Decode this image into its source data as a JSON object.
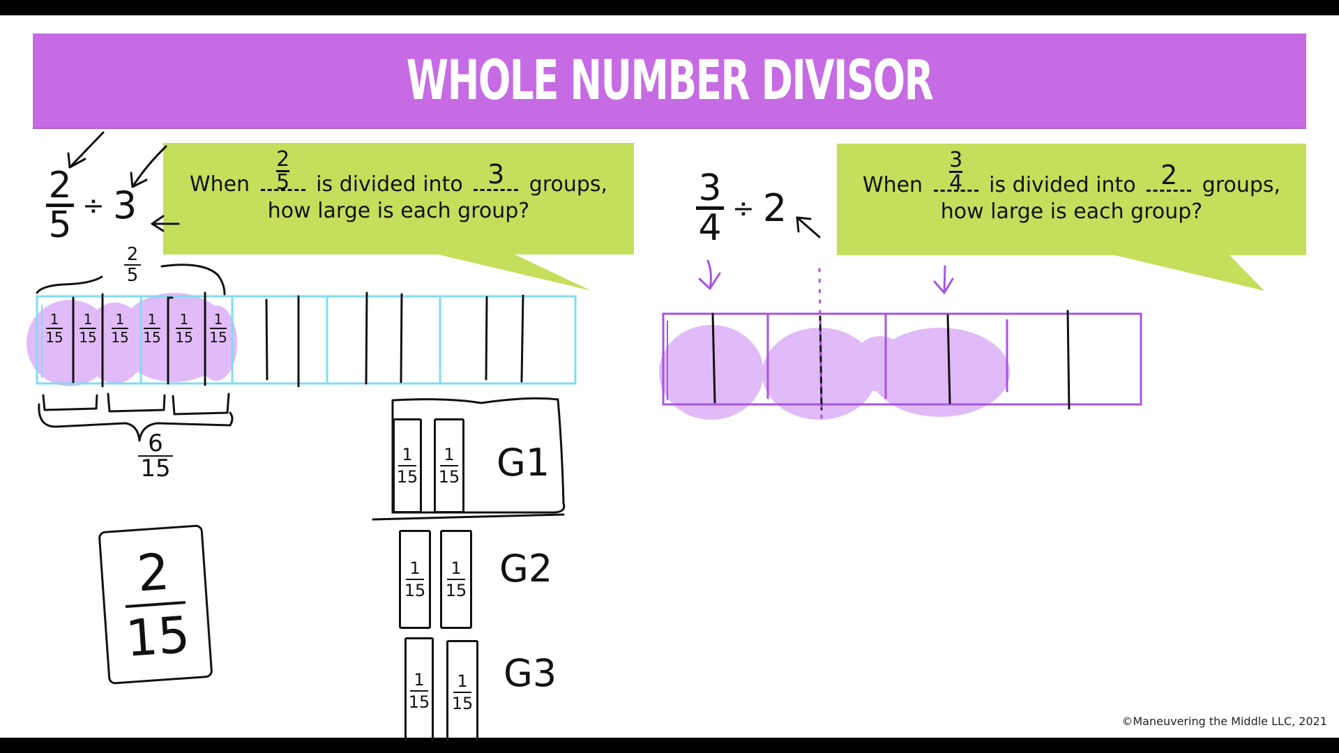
{
  "banner": {
    "title": "WHOLE NUMBER DIVISOR",
    "color": "#c66be3"
  },
  "problem_left": {
    "expression": {
      "numerator": "2",
      "denominator": "5",
      "operator": "÷",
      "divisor": "3"
    },
    "prompt": {
      "line1_before": "When",
      "blank1_fill": {
        "numerator": "2",
        "denominator": "5"
      },
      "line1_middle": "is divided into",
      "blank2_fill": "3",
      "line1_after": "groups,",
      "line2": "how large is each group?"
    },
    "whole_label": {
      "numerator": "2",
      "denominator": "5"
    },
    "bar": {
      "sections": 5,
      "subdivisions_per_section": 3,
      "color": "#7fdcf0"
    },
    "shaded_cells": [
      {
        "numerator": "1",
        "denominator": "15"
      },
      {
        "numerator": "1",
        "denominator": "15"
      },
      {
        "numerator": "1",
        "denominator": "15"
      },
      {
        "numerator": "1",
        "denominator": "15"
      },
      {
        "numerator": "1",
        "denominator": "15"
      },
      {
        "numerator": "1",
        "denominator": "15"
      }
    ],
    "shaded_total": {
      "numerator": "6",
      "denominator": "15"
    },
    "answer": {
      "numerator": "2",
      "denominator": "15"
    },
    "groups": [
      {
        "label": "G1",
        "cards": [
          {
            "numerator": "1",
            "denominator": "15"
          },
          {
            "numerator": "1",
            "denominator": "15"
          }
        ]
      },
      {
        "label": "G2",
        "cards": [
          {
            "numerator": "1",
            "denominator": "15"
          },
          {
            "numerator": "1",
            "denominator": "15"
          }
        ]
      },
      {
        "label": "G3",
        "cards": [
          {
            "numerator": "1",
            "denominator": "15"
          },
          {
            "numerator": "1",
            "denominator": "15"
          }
        ]
      }
    ]
  },
  "problem_right": {
    "expression": {
      "numerator": "3",
      "denominator": "4",
      "operator": "÷",
      "divisor": "2"
    },
    "prompt": {
      "line1_before": "When",
      "blank1_fill": {
        "numerator": "3",
        "denominator": "4"
      },
      "line1_middle": "is divided into",
      "blank2_fill": "2",
      "line1_after": "groups,",
      "line2": "how large is each group?"
    },
    "bar": {
      "sections": 4,
      "subdivisions_per_section": 2,
      "shaded_sections": 3,
      "color": "#a653e6"
    }
  },
  "colors": {
    "bubble": "#c5de5c",
    "highlight": "#d9a8f5",
    "ink": "#111111"
  },
  "footer": {
    "copyright": "©Maneuvering the Middle LLC, 2021"
  }
}
